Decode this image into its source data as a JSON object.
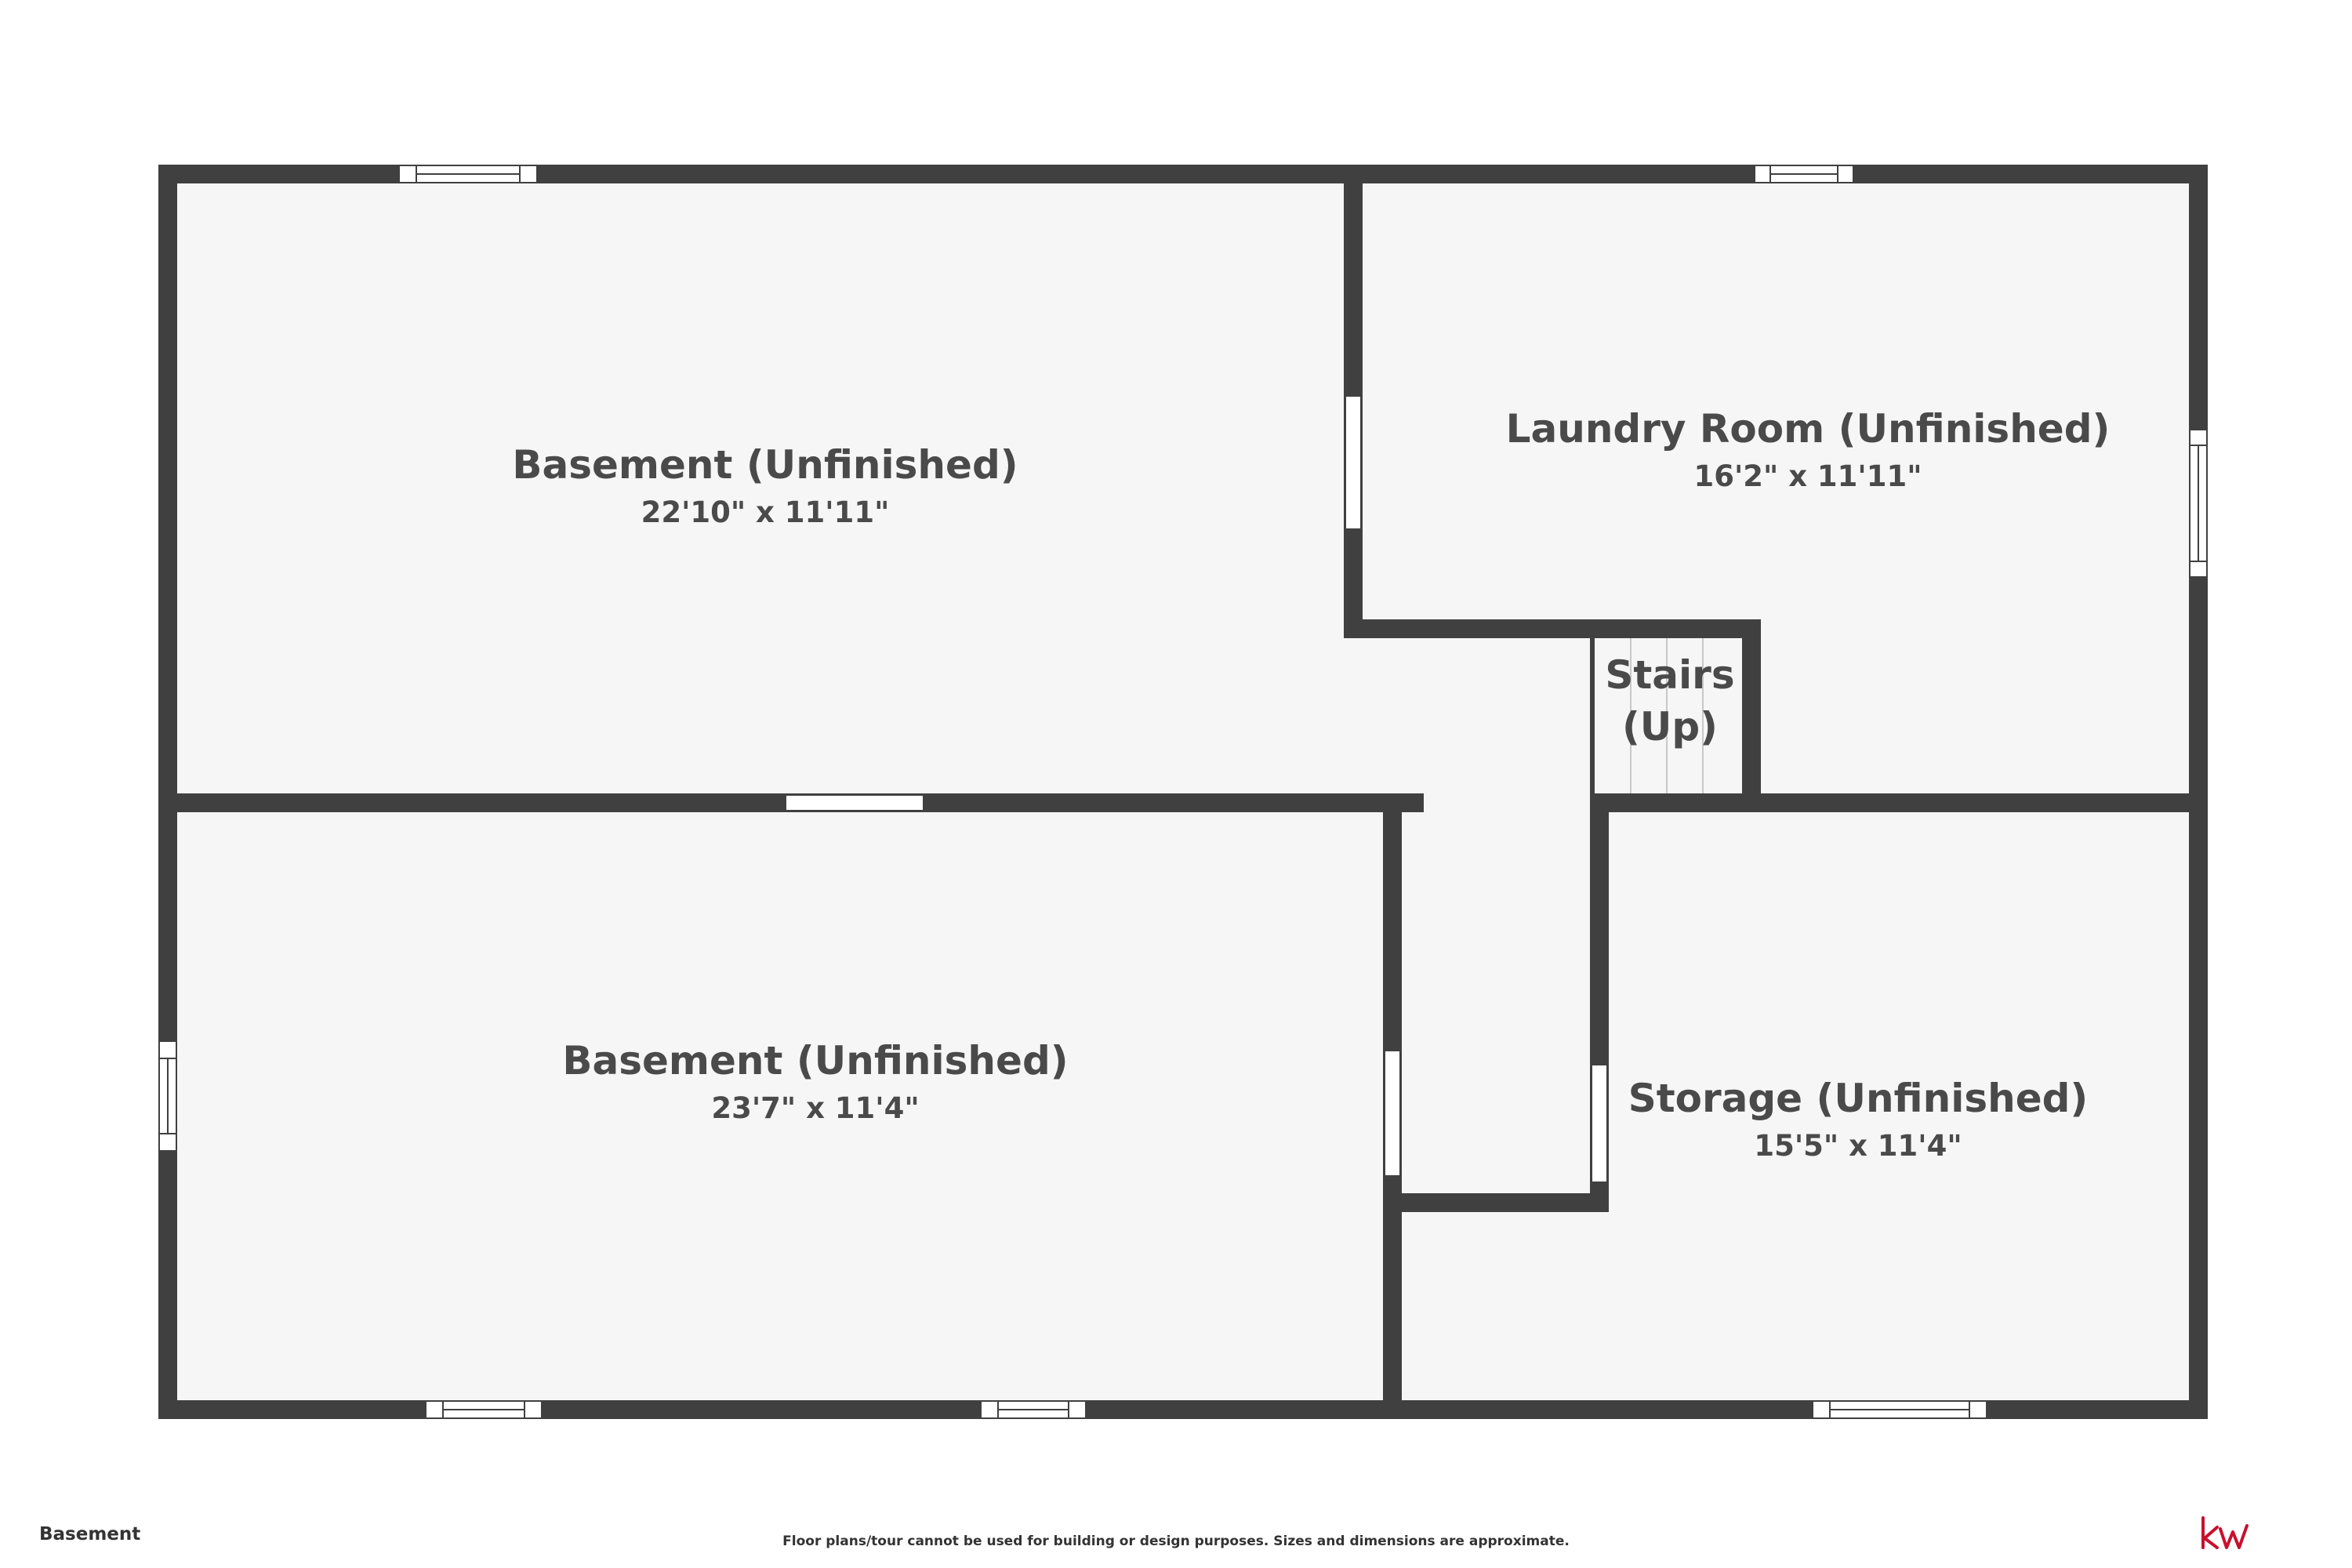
{
  "rooms": {
    "basement_top": {
      "name": "Basement (Unfinished)",
      "dims": "22'10\" x 11'11\""
    },
    "laundry": {
      "name": "Laundry Room (Unfinished)",
      "dims": "16'2\" x 11'11\""
    },
    "stairs": {
      "line1": "Stairs",
      "line2": "(Up)"
    },
    "basement_bottom": {
      "name": "Basement (Unfinished)",
      "dims": "23'7\" x 11'4\""
    },
    "storage": {
      "name": "Storage (Unfinished)",
      "dims": "15'5\" x 11'4\""
    }
  },
  "footer": {
    "level": "Basement",
    "disclaimer": "Floor plans/tour cannot be used for building or design purposes. Sizes and dimensions are approximate."
  },
  "logo": {
    "icon": "kw-logo-icon",
    "color": "#c8102e"
  },
  "colors": {
    "wall": "#404040",
    "floor": "#f6f6f6"
  }
}
